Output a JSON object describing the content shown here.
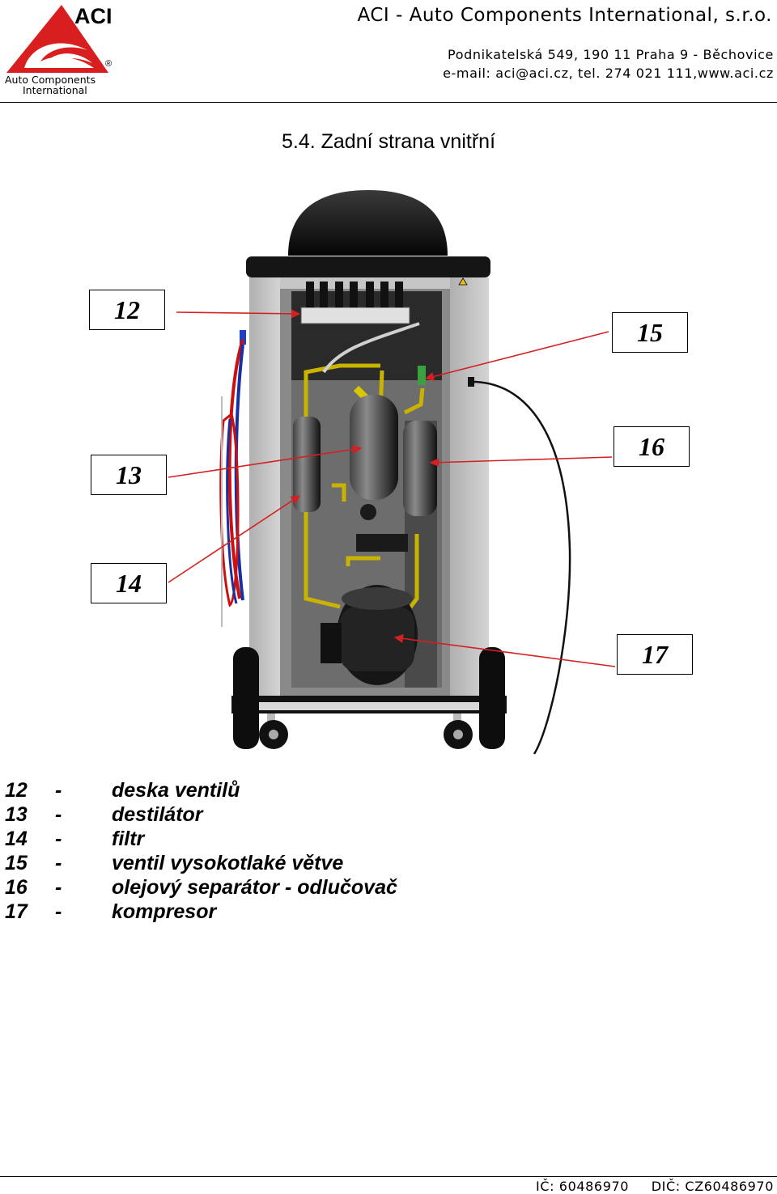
{
  "header": {
    "logo_word": "ACI",
    "logo_registered": "®",
    "logo_line1": "Auto Components",
    "logo_line2": "International",
    "company": "ACI - Auto Components International, s.r.o.",
    "address_line": "Podnikatelská 549, 190 11 Praha 9 - Běchovice",
    "contact_line": "e-mail: aci@aci.cz, tel. 274 021 111,www.aci.cz"
  },
  "section_title": "5.4. Zadní strana vnitřní",
  "callouts": [
    "12",
    "15",
    "13",
    "16",
    "14",
    "17"
  ],
  "legend": [
    {
      "num": "12",
      "dash": "-",
      "text": "deska ventilů"
    },
    {
      "num": "13",
      "dash": "-",
      "text": "destilátor"
    },
    {
      "num": "14",
      "dash": "-",
      "text": "filtr"
    },
    {
      "num": "15",
      "dash": "-",
      "text": "ventil vysokotlaké větve"
    },
    {
      "num": "16",
      "dash": "-",
      "text": "olejový separátor - odlučovač"
    },
    {
      "num": "17",
      "dash": "-",
      "text": "kompresor"
    }
  ],
  "footer": {
    "ic": "IČ: 60486970",
    "dic": "DIČ: CZ60486970"
  },
  "colors": {
    "logo_red": "#d81e1e",
    "pointer_red": "#d42020",
    "frame_grey": "#b9b9b9",
    "tank_black": "#1c1c1c"
  }
}
